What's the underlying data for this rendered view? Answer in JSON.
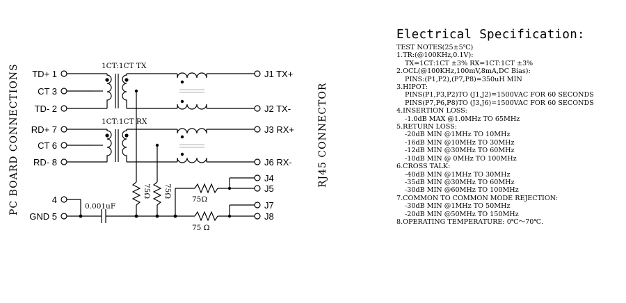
{
  "schematic": {
    "left_header": "PC BOARD CONNECTIONS",
    "right_header": "RJ45 CONNECTOR",
    "tx_transformer": "1CT:1CT TX",
    "rx_transformer": "1CT:1CT RX",
    "capacitor": "0.001uF",
    "resistor": "75Ω",
    "resistor_bottom": "75 Ω",
    "pins": {
      "td_plus": "TD+ 1",
      "ct3": "CT 3",
      "td_minus": "TD- 2",
      "rd_plus": "RD+ 7",
      "ct6": "CT 6",
      "rd_minus": "RD- 8",
      "p4": "4",
      "gnd": "GND 5",
      "j1": "J1 TX+",
      "j2": "J2 TX-",
      "j3": "J3 RX+",
      "j6": "J6 RX-",
      "j4": "J4",
      "j5": "J5",
      "j7": "J7",
      "j8": "J8"
    }
  },
  "spec": {
    "title": "Electrical Specification:",
    "lines": [
      {
        "text": "TEST NOTES(25±5℃)",
        "indent": 0
      },
      {
        "text": "1.TR:(@100KHz,0.1V):",
        "indent": 0
      },
      {
        "text": "TX=1CT:1CT ±3%    RX=1CT:1CT ±3%",
        "indent": 1
      },
      {
        "text": "2.OCL(@100KHz,100mV,8mA,DC Bias):",
        "indent": 0
      },
      {
        "text": "PINS:(P1,P2),(P7,P8)=350uH MIN",
        "indent": 1
      },
      {
        "text": "3.HIPOT:",
        "indent": 0
      },
      {
        "text": "PINS(P1,P3,P2)TO (J1,J2)=1500VAC FOR 60 SECONDS",
        "indent": 1
      },
      {
        "text": "PINS(P7,P6,P8)TO (J3,J6)=1500VAC FOR 60 SECONDS",
        "indent": 1
      },
      {
        "text": "4.INSERTION LOSS:",
        "indent": 0
      },
      {
        "text": "-1.0dB MAX @1.0MHz TO 65MHz",
        "indent": 1
      },
      {
        "text": "5.RETURN LOSS:",
        "indent": 0
      },
      {
        "text": "-20dB MIN @1MHz TO 10MHz",
        "indent": 1
      },
      {
        "text": "-16dB MIN @10MHz TO 30MHz",
        "indent": 1
      },
      {
        "text": "-12dB MIN @30MHz TO 60MHz",
        "indent": 1
      },
      {
        "text": "-10dB MIN @ 0MHz TO 100MHz",
        "indent": 1
      },
      {
        "text": "6.CROSS TALK:",
        "indent": 0
      },
      {
        "text": "-40dB MIN @1MHz TO 30MHz",
        "indent": 1
      },
      {
        "text": "-35dB MIN @30MHz TO 60MHz",
        "indent": 1
      },
      {
        "text": "-30dB MIN @60MHz TO 100MHz",
        "indent": 1
      },
      {
        "text": "7.COMMON TO COMMON MODE REJECTION:",
        "indent": 0
      },
      {
        "text": "-30dB MIN @1MHz TO 50MHz",
        "indent": 1
      },
      {
        "text": "-20dB MIN @50MHz TO 150MHz",
        "indent": 1
      },
      {
        "text": "8.OPERATING TEMPERATURE: 0℃～70℃.",
        "indent": 0
      }
    ]
  }
}
